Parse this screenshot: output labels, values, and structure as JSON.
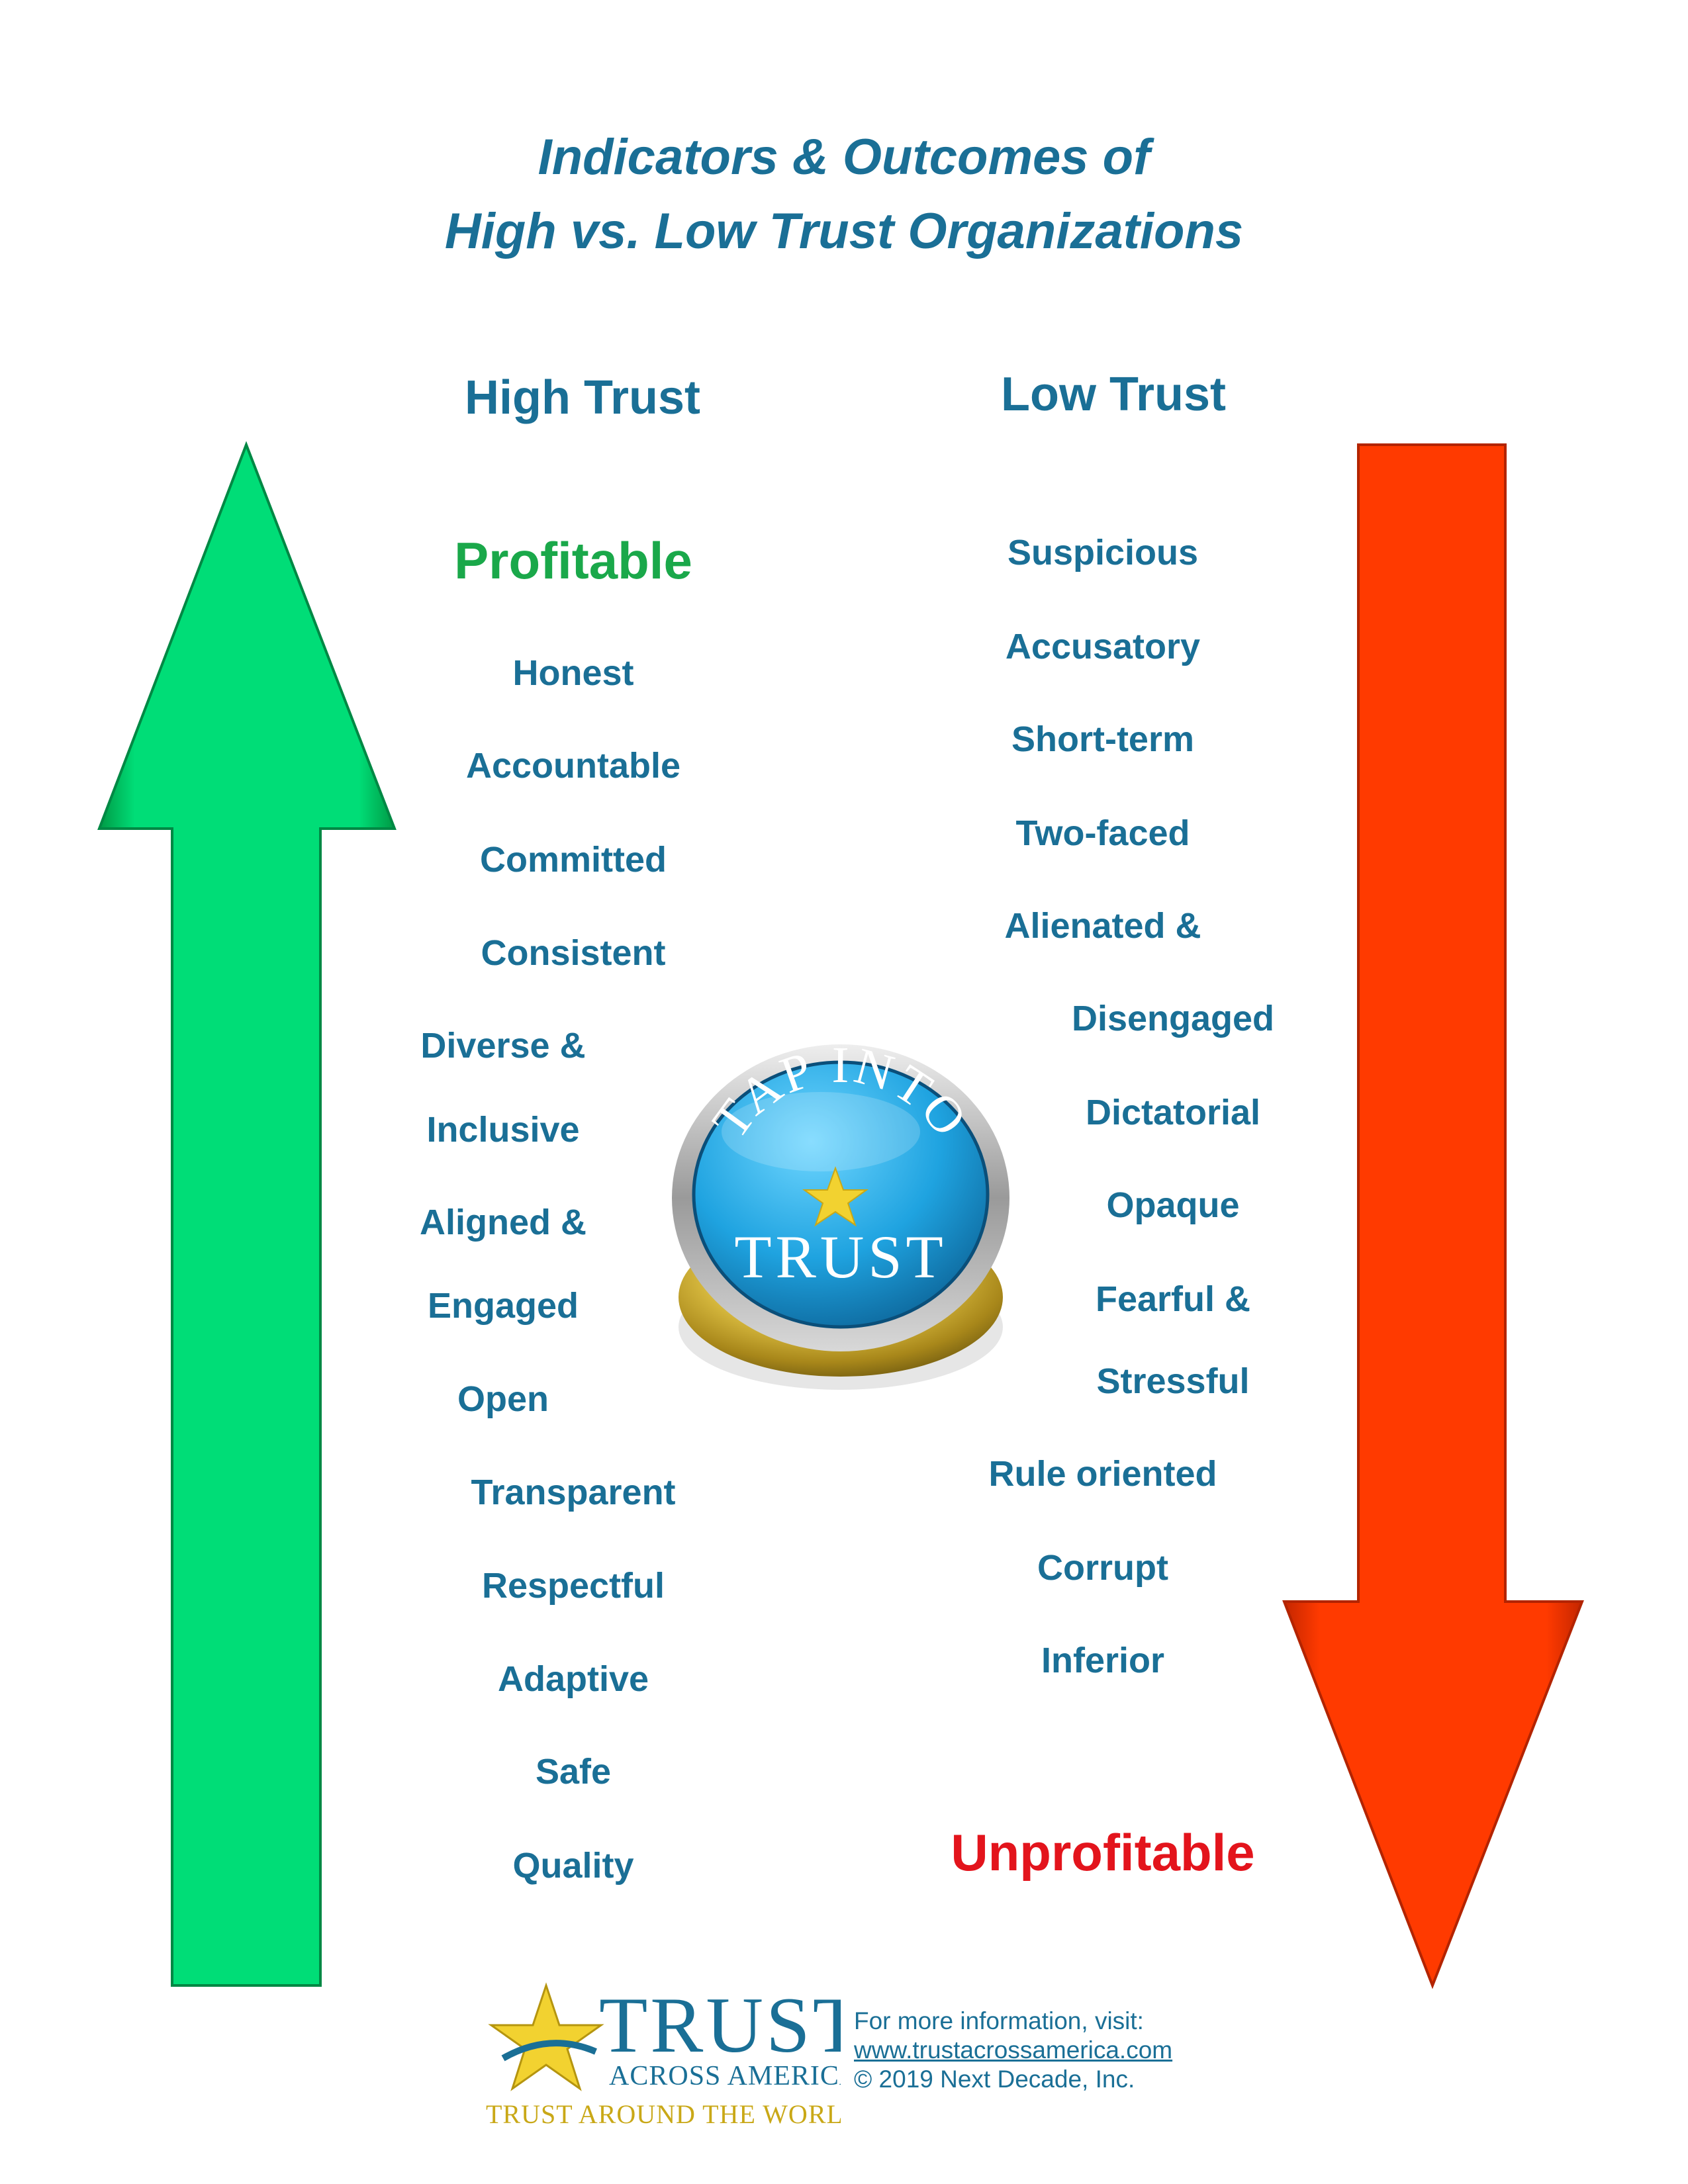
{
  "title": {
    "line1": "Indicators & Outcomes of",
    "line2": "High vs. Low Trust Organizations"
  },
  "high": {
    "heading": "High Trust",
    "outcome": "Profitable",
    "items": [
      "Honest",
      "Accountable",
      "Committed",
      "Consistent",
      "Diverse &",
      "Inclusive",
      "Aligned &",
      "Engaged",
      "Open",
      "Transparent",
      "Respectful",
      "Adaptive",
      "Safe",
      "Quality"
    ]
  },
  "low": {
    "heading": "Low Trust",
    "outcome": "Unprofitable",
    "items": [
      "Suspicious",
      "Accusatory",
      "Short-term",
      "Two-faced",
      "Alienated &",
      "Disengaged",
      "Dictatorial",
      "Opaque",
      "Fearful &",
      "Stressful",
      "Rule oriented",
      "Corrupt",
      "Inferior"
    ]
  },
  "button": {
    "top_text": "TAP INTO",
    "bottom_text": "TRUST"
  },
  "logo": {
    "name": "TRUST",
    "sub": "ACROSS AMERICA",
    "tagline": "TRUST AROUND THE WORLD"
  },
  "footer": {
    "line1": "For more information, visit:",
    "link": "www.trustacrossamerica.com",
    "copyright": "© 2019  Next Decade, Inc."
  },
  "colors": {
    "text": "#1a6f96",
    "profitable": "#1aa84a",
    "unprofitable": "#e3141c",
    "green_arrow": "#00cc66",
    "red_arrow": "#ff3300"
  }
}
